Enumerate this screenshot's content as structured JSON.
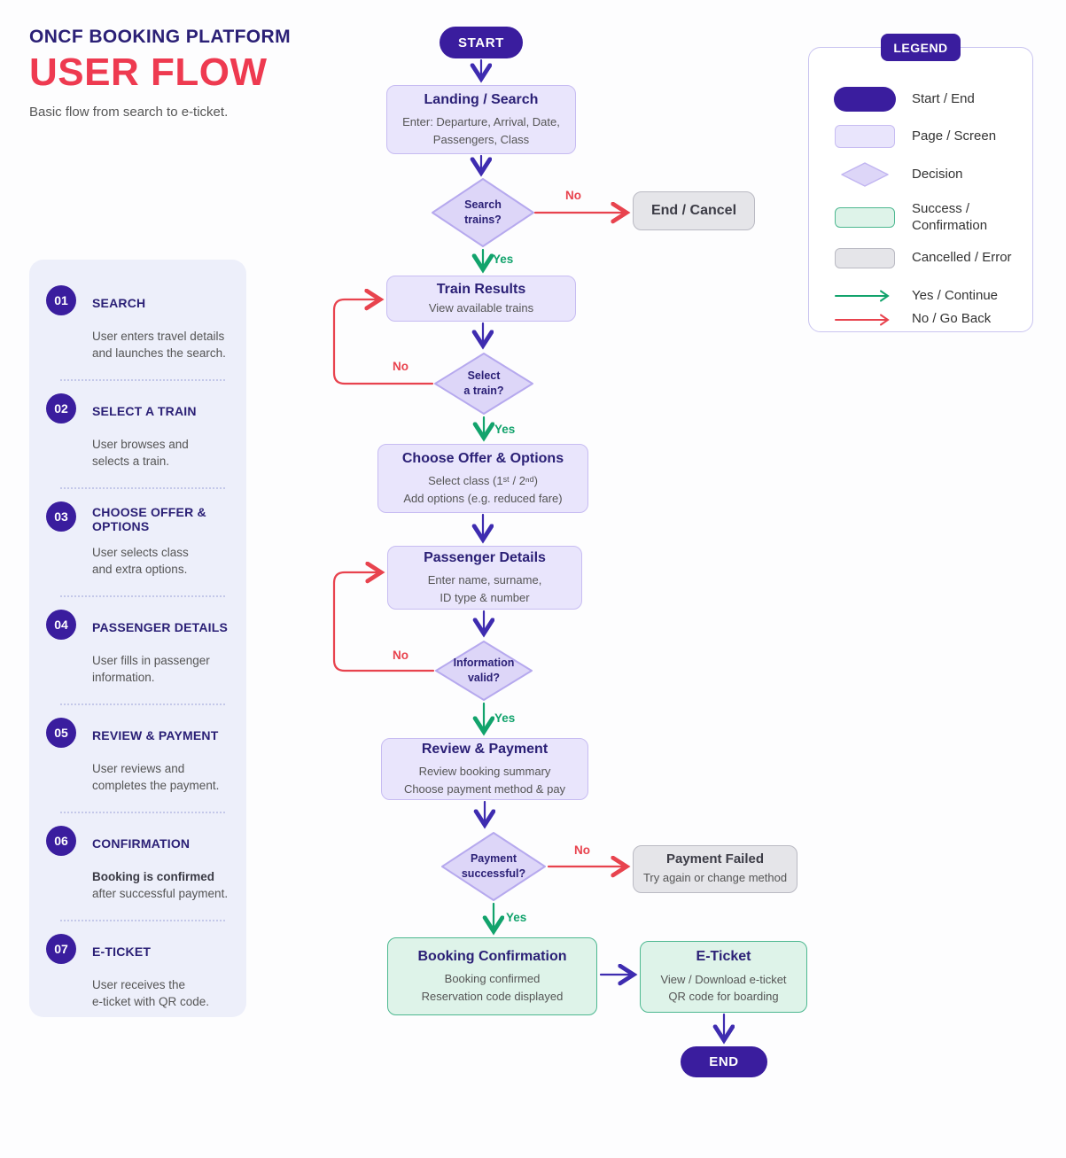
{
  "header": {
    "kicker": "ONCF BOOKING PLATFORM",
    "title": "USER FLOW",
    "subtitle": "Basic flow from search to e-ticket."
  },
  "sidebar": {
    "steps": [
      {
        "num": "01",
        "title": "SEARCH",
        "desc": "User enters travel details\nand launches the search."
      },
      {
        "num": "02",
        "title": "SELECT A TRAIN",
        "desc": "User browses and\nselects a train."
      },
      {
        "num": "03",
        "title": "CHOOSE OFFER & OPTIONS",
        "desc": "User selects class\nand extra options."
      },
      {
        "num": "04",
        "title": "PASSENGER DETAILS",
        "desc": "User fills in passenger\ninformation."
      },
      {
        "num": "05",
        "title": "REVIEW & PAYMENT",
        "desc": "User reviews and\ncompletes the payment."
      },
      {
        "num": "06",
        "title": "CONFIRMATION",
        "desc_bold": "Booking is confirmed",
        "desc": "\nafter successful payment."
      },
      {
        "num": "07",
        "title": "E-TICKET",
        "desc": "User receives the\ne-ticket with QR code."
      }
    ]
  },
  "flow": {
    "start": "START",
    "end": "END",
    "labels": {
      "yes": "Yes",
      "no": "No"
    },
    "nodes": {
      "landing": {
        "title": "Landing / Search",
        "desc": "Enter: Departure, Arrival, Date,\nPassengers, Class"
      },
      "search_trains": {
        "question": "Search\ntrains?"
      },
      "end_cancel": {
        "title": "End / Cancel"
      },
      "train_results": {
        "title": "Train Results",
        "desc": "View available trains"
      },
      "select_train": {
        "question": "Select\na train?"
      },
      "choose_offer": {
        "title": "Choose Offer & Options",
        "desc": "Select class (1ˢᵗ / 2ⁿᵈ)\nAdd options (e.g. reduced fare)"
      },
      "passenger_details": {
        "title": "Passenger Details",
        "desc": "Enter name, surname,\nID type & number"
      },
      "information_valid": {
        "question": "Information\nvalid?"
      },
      "review_payment": {
        "title": "Review & Payment",
        "desc": "Review booking summary\nChoose payment method & pay"
      },
      "payment_successful": {
        "question": "Payment\nsuccessful?"
      },
      "payment_failed": {
        "title": "Payment Failed",
        "desc": "Try again or change method"
      },
      "booking_confirmation": {
        "title": "Booking Confirmation",
        "desc": "Booking confirmed\nReservation code displayed"
      },
      "eticket": {
        "title": "E-Ticket",
        "desc": "View / Download e-ticket\nQR code for boarding"
      }
    }
  },
  "legend": {
    "title": "LEGEND",
    "items": [
      {
        "icon": "start-end-pill-swatch",
        "label": "Start / End"
      },
      {
        "icon": "page-screen-swatch",
        "label": "Page / Screen"
      },
      {
        "icon": "decision-diamond-swatch",
        "label": "Decision"
      },
      {
        "icon": "success-confirmation-swatch",
        "label": "Success /\nConfirmation"
      },
      {
        "icon": "cancelled-error-swatch",
        "label": "Cancelled / Error"
      },
      {
        "icon": "yes-arrow-swatch",
        "label": "Yes / Continue"
      },
      {
        "icon": "no-arrow-swatch",
        "label": "No / Go Back"
      }
    ]
  },
  "colors": {
    "primary": "#3a1d9e",
    "heading_indigo": "#2b2076",
    "accent_red": "#ee3a50",
    "arrow_indigo": "#3e2cb0",
    "arrow_green": "#12a36c",
    "arrow_red": "#e8434e",
    "page_fill": "#e9e5fc",
    "page_border": "#c7bcf2",
    "decision_fill": "#ddd6f8",
    "decision_border": "#b6a9ee",
    "success_fill": "#def3e9",
    "success_border": "#4db890",
    "error_fill": "#e5e5e9",
    "error_border": "#babac3",
    "sidebar_bg": "#edeffa"
  }
}
